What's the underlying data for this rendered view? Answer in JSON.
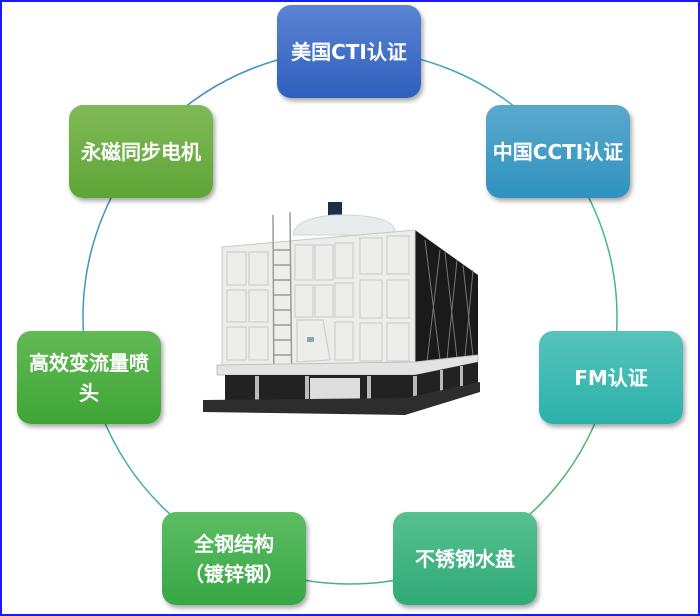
{
  "features": [
    {
      "label": "美国CTI认证",
      "color_top": "#5b84d2",
      "color_bottom": "#2f5fbd"
    },
    {
      "label": "中国CCTI认证",
      "color_top": "#5aa9cc",
      "color_bottom": "#2f92bf"
    },
    {
      "label": "FM认证",
      "color_top": "#56c4bd",
      "color_bottom": "#2bb1a9"
    },
    {
      "label": "不锈钢水盘",
      "color_top": "#57c090",
      "color_bottom": "#2faa77"
    },
    {
      "label": "全钢结构（镀锌钢）",
      "color_top": "#5cbd63",
      "color_bottom": "#37a744"
    },
    {
      "label": "高效变流量喷头",
      "color_top": "#62b955",
      "color_bottom": "#3ea635"
    },
    {
      "label": "永磁同步电机",
      "color_top": "#80ba58",
      "color_bottom": "#5fa536"
    }
  ],
  "center_image": "cooling-tower",
  "frame_color": "#1a1aff"
}
